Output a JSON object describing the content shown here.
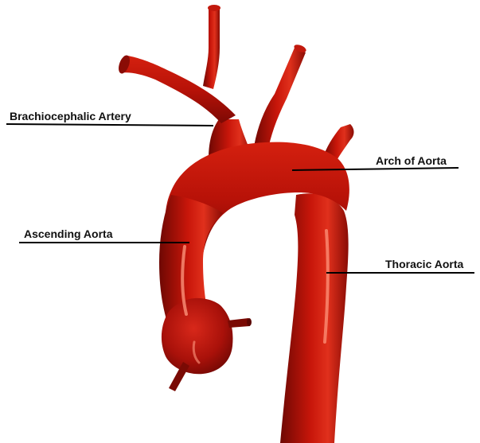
{
  "labels": {
    "brachiocephalic": "Brachiocephalic Artery",
    "arch": "Arch of Aorta",
    "ascending": "Ascending Aorta",
    "thoracic": "Thoracic Aorta"
  },
  "colors": {
    "background": "#ffffff",
    "vessel_dark": "#7a0a04",
    "vessel_mid": "#b41208",
    "vessel_light": "#e03a24",
    "highlight": "#ff8a70",
    "leader_line": "#000000"
  }
}
